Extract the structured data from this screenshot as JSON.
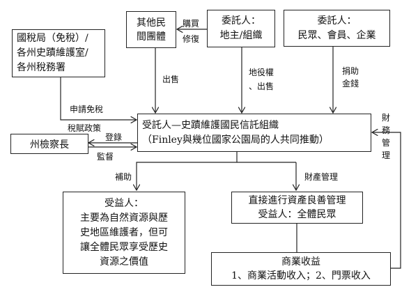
{
  "nodes": {
    "tax_bureau": {
      "lines": [
        "國稅局（免稅）/",
        "各州史蹟維護室/",
        "各州稅務署"
      ]
    },
    "other_groups": {
      "lines": [
        "其他民",
        "間團體"
      ]
    },
    "trustor_landowner": {
      "lines": [
        "委託人：",
        "地主/組織"
      ]
    },
    "trustor_public": {
      "lines": [
        "委託人：",
        "民眾、會員、企業"
      ]
    },
    "trustee_main": {
      "lines": [
        "受託人—史蹟維護國民信託組織",
        "（Finley與幾位國家公園局的人共同推動）"
      ]
    },
    "attorney_general": {
      "lines": [
        "州檢察長"
      ]
    },
    "beneficiary_nature": {
      "lines": [
        "受益人：",
        "主要為自然資源與歷",
        "史地區維護者，但可",
        "讓全體民眾享受歷史",
        "資源之價值"
      ]
    },
    "direct_management": {
      "lines": [
        "直接進行資產良善管理",
        "受益人：全體民眾"
      ]
    },
    "commercial_income": {
      "lines": [
        "商業收益",
        "1、商業活動收入；2、門票收入"
      ]
    }
  },
  "edges": {
    "buy_repair": [
      "購買",
      "修復"
    ],
    "sell": "出售",
    "easement_sell": [
      "地役權",
      "、出售"
    ],
    "donation": [
      "捐助",
      "金錢"
    ],
    "apply_exemption": "申請免稅",
    "tax_policy": "稅賦政策",
    "register": "登錄",
    "supervise": "監督",
    "subsidy": "補助",
    "property_mgmt": "財產管理",
    "finance_mgmt": [
      "財",
      "務",
      "管",
      "理"
    ]
  }
}
